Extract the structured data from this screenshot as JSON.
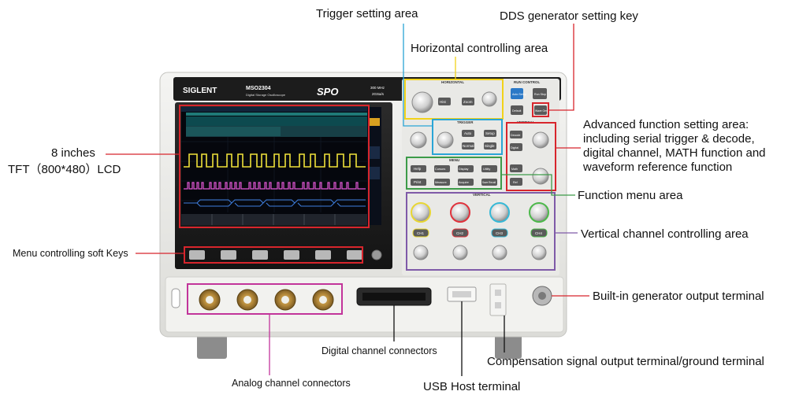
{
  "brand": "SIGLENT",
  "model": "MSO2304",
  "model_subtitle": "Digital Storage Oscilloscope",
  "series_logo": "SPO",
  "spec_bandwidth": "300 MHz",
  "spec_sample": "2GSa/s",
  "panel_sections": {
    "horizontal": "HORIZONTAL",
    "trigger": "TRIGGER",
    "run_control": "RUN CONTROL",
    "vertical_adv": "VERTICAL",
    "vertical": "VERTICAL",
    "menu": "MENU"
  },
  "buttons": {
    "hist": "Hist",
    "zoom": "Zoom",
    "auto": "Auto",
    "setup": "Setup",
    "normal": "Normal",
    "single": "Single",
    "auto_setup": "Auto Setup",
    "run_stop": "Run Stop",
    "default": "Default",
    "history": "Wave Gen",
    "decode": "Decode",
    "digital": "Digital",
    "math": "Math",
    "ref": "Ref",
    "help": "Help",
    "cursors": "Cursors",
    "display": "Display",
    "utility": "Utility",
    "print": "Print",
    "measure": "Measure",
    "acquire": "Acquire",
    "save_recall": "Save Recall",
    "ch1": "CH1",
    "ch2": "CH2",
    "ch3": "CH3",
    "ch4": "CH4"
  },
  "annotations": {
    "trigger_area": "Trigger setting area",
    "dds_key": "DDS generator setting key",
    "horizontal_area": "Horizontal controlling area",
    "advanced_area": "Advanced function setting area: including serial trigger & decode, digital channel, MATH function and waveform reference function",
    "lcd_line1": "8 inches",
    "lcd_line2": "TFT（800*480）LCD",
    "function_menu": "Function menu area",
    "vertical_channel": "Vertical channel controlling area",
    "soft_keys": "Menu controlling soft Keys",
    "generator_output": "Built-in generator output terminal",
    "digital_connectors": "Digital channel connectors",
    "compensation": "Compensation signal output terminal/ground terminal",
    "analog_connectors": "Analog channel connectors",
    "usb_host": "USB Host terminal"
  },
  "colors": {
    "highlight_red": "#d8252c",
    "highlight_yellow": "#f2d21a",
    "highlight_cyan": "#2aa5d6",
    "highlight_green": "#3c9b48",
    "highlight_purple": "#7f5aa8",
    "highlight_magenta": "#c2349a",
    "trace_yellow": "#f0e23a",
    "trace_pink": "#e35ad8",
    "trace_blue": "#3f7fe0",
    "ch1": "#e8d633",
    "ch2": "#e0323c",
    "ch3": "#36b8d6",
    "ch4": "#4cb84a"
  }
}
